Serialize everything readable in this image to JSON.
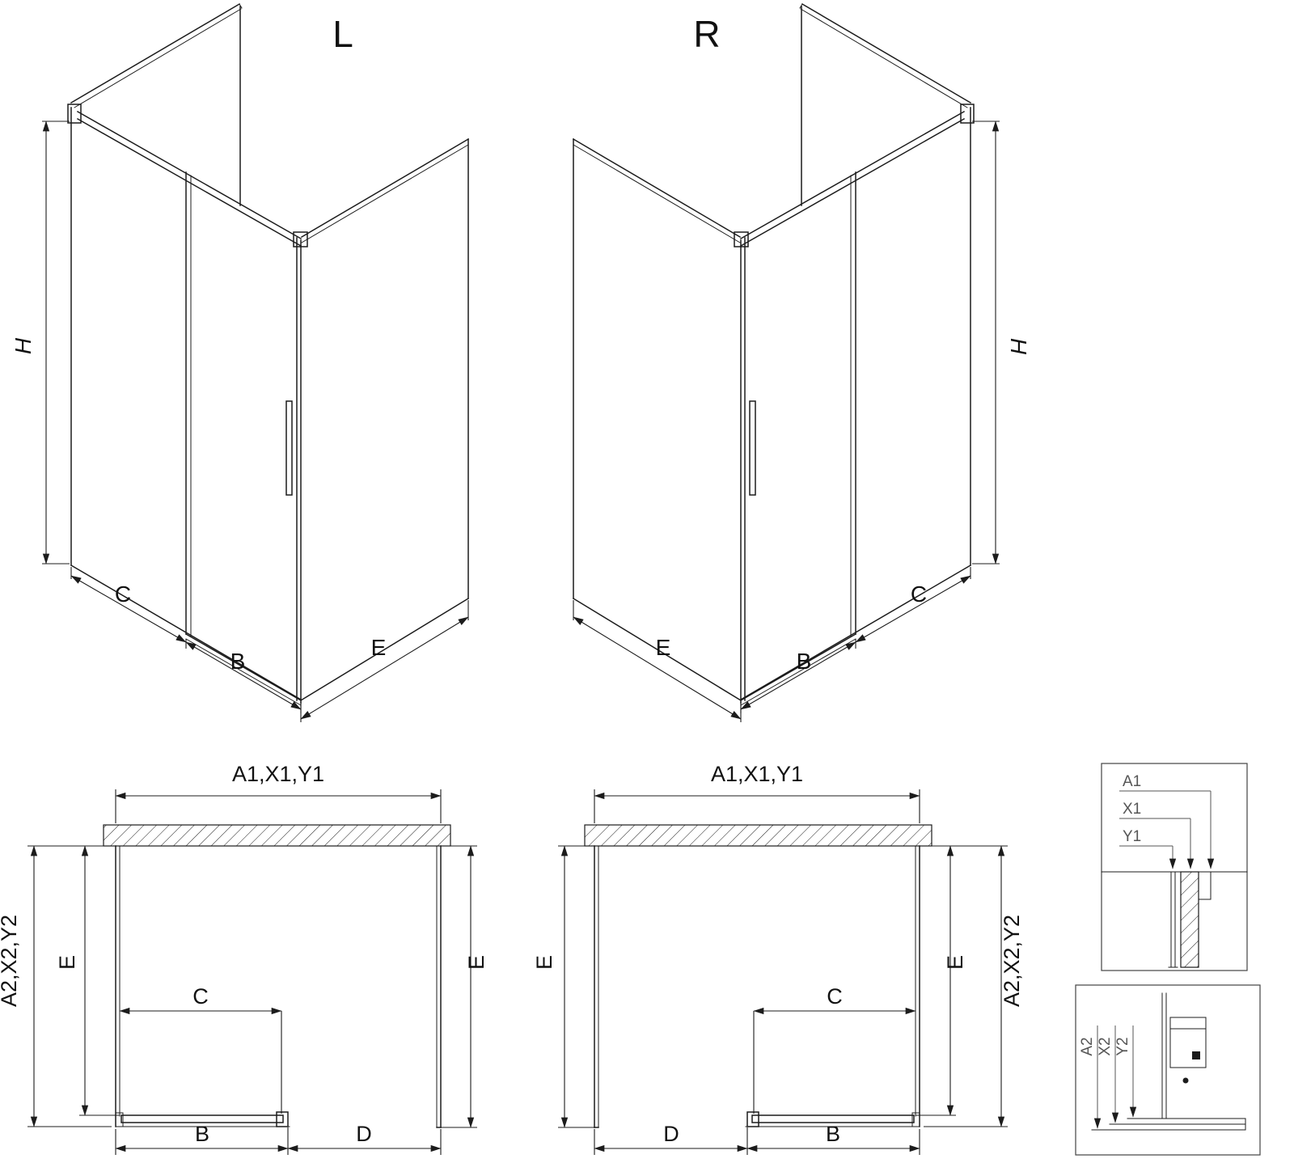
{
  "diagram": {
    "title_left": "L",
    "title_right": "R",
    "iso_left": {
      "h": "H",
      "c": "C",
      "b": "B",
      "e": "E"
    },
    "iso_right": {
      "h": "H",
      "c": "C",
      "b": "B",
      "e": "E"
    },
    "plan_left": {
      "top": "A1,X1,Y1",
      "side": "A2,X2,Y2",
      "e_left": "E",
      "e_right": "E",
      "c": "C",
      "b": "B",
      "d": "D"
    },
    "plan_right": {
      "top": "A1,X1,Y1",
      "side": "A2,X2,Y2",
      "e_left": "E",
      "e_right": "E",
      "c": "C",
      "b": "B",
      "d": "D"
    },
    "detail_top": {
      "a1": "A1",
      "x1": "X1",
      "y1": "Y1"
    },
    "detail_bottom": {
      "a2": "A2",
      "x2": "X2",
      "y2": "Y2"
    }
  },
  "colors": {
    "line": "#1c1c1c",
    "background": "#ffffff",
    "detail_text": "#555555"
  }
}
